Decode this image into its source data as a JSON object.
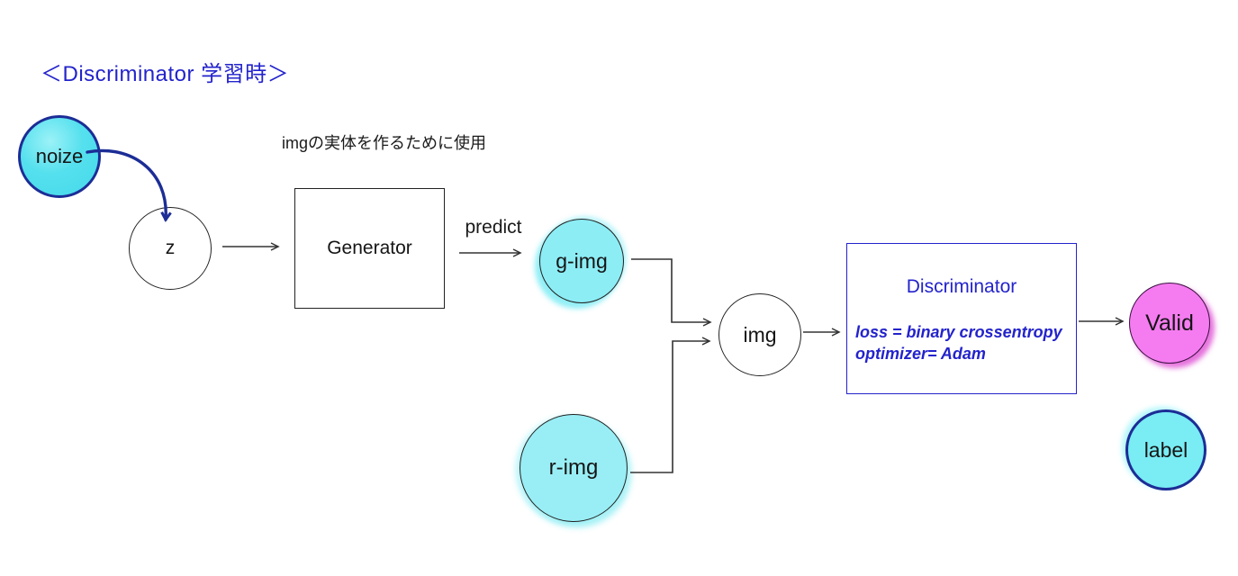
{
  "title": "＜Discriminator 学習時＞",
  "annotations": {
    "generator_note": "imgの実体を作るために使用",
    "predict_label": "predict"
  },
  "nodes": {
    "noize": "noize",
    "z": "z",
    "generator": "Generator",
    "g_img": "g-img",
    "r_img": "r-img",
    "img": "img",
    "valid": "Valid",
    "label": "label"
  },
  "discriminator": {
    "title": "Discriminator",
    "loss_line": "loss = binary crossentropy",
    "optimizer_line": "optimizer= Adam"
  },
  "colors": {
    "blue": "#2323cc",
    "navy": "#1c2d96",
    "ink": "#1a1a1a",
    "wire": "#333333"
  }
}
